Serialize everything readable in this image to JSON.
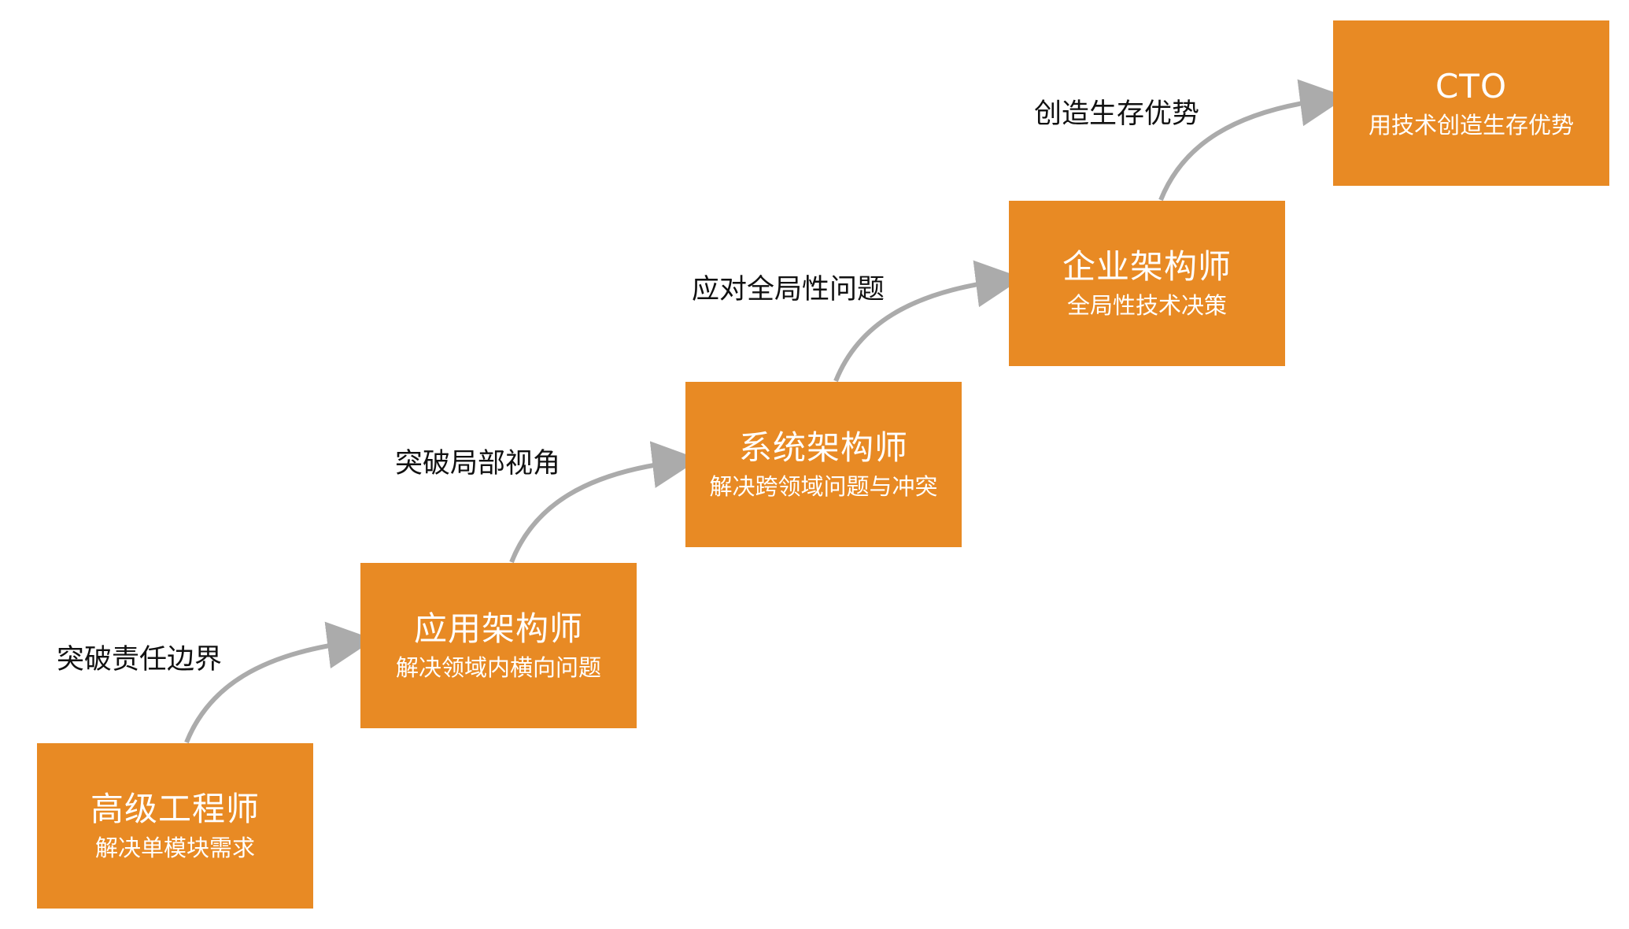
{
  "nodes": [
    {
      "title": "高级工程师",
      "subtitle": "解决单模块需求"
    },
    {
      "title": "应用架构师",
      "subtitle": "解决领域内横向问题"
    },
    {
      "title": "系统架构师",
      "subtitle": "解决跨领域问题与冲突"
    },
    {
      "title": "企业架构师",
      "subtitle": "全局性技术决策"
    },
    {
      "title": "CTO",
      "subtitle": "用技术创造生存优势"
    }
  ],
  "edges": [
    {
      "label": "突破责任边界"
    },
    {
      "label": "突破局部视角"
    },
    {
      "label": "应对全局性问题"
    },
    {
      "label": "创造生存优势"
    }
  ],
  "colors": {
    "node_fill": "#E88A24",
    "node_text": "#FFFFFF",
    "arrow": "#ABABAB",
    "label_text": "#111111"
  }
}
